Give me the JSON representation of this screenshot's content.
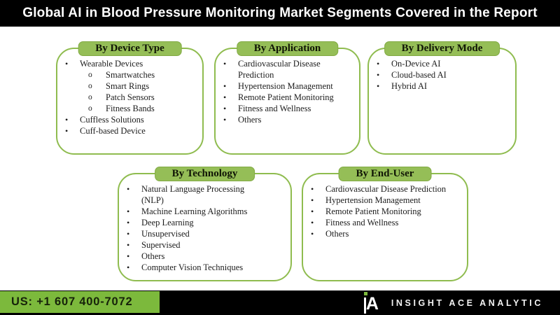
{
  "title": "Global AI in Blood Pressure Monitoring Market Segments Covered in the Report",
  "boxes": [
    {
      "header": "By Device Type",
      "items": [
        {
          "text": "Wearable Devices",
          "level": 1
        },
        {
          "text": "Smartwatches",
          "level": 2
        },
        {
          "text": "Smart Rings",
          "level": 2
        },
        {
          "text": "Patch Sensors",
          "level": 2
        },
        {
          "text": "Fitness Bands",
          "level": 2
        },
        {
          "text": "Cuffless Solutions",
          "level": 1
        },
        {
          "text": "Cuff-based Device",
          "level": 1
        }
      ]
    },
    {
      "header": "By Application",
      "items": [
        {
          "text": "Cardiovascular Disease Prediction",
          "level": 1
        },
        {
          "text": "Hypertension Management",
          "level": 1
        },
        {
          "text": "Remote Patient Monitoring",
          "level": 1
        },
        {
          "text": "Fitness and Wellness",
          "level": 1
        },
        {
          "text": "Others",
          "level": 1
        }
      ]
    },
    {
      "header": "By Delivery Mode",
      "items": [
        {
          "text": "On-Device AI",
          "level": 1
        },
        {
          "text": "Cloud-based AI",
          "level": 1
        },
        {
          "text": "Hybrid AI",
          "level": 1
        }
      ]
    },
    {
      "header": "By Technology",
      "items": [
        {
          "text": "Natural Language Processing (NLP)",
          "level": 1
        },
        {
          "text": "Machine Learning Algorithms",
          "level": 1
        },
        {
          "text": "Deep Learning",
          "level": 1
        },
        {
          "text": "Unsupervised",
          "level": 1
        },
        {
          "text": "Supervised",
          "level": 1
        },
        {
          "text": "Others",
          "level": 1
        },
        {
          "text": "Computer Vision Techniques",
          "level": 1
        }
      ]
    },
    {
      "header": "By End-User",
      "items": [
        {
          "text": "Cardiovascular Disease Prediction",
          "level": 1
        },
        {
          "text": "Hypertension Management",
          "level": 1
        },
        {
          "text": "Remote Patient Monitoring",
          "level": 1
        },
        {
          "text": "Fitness and Wellness",
          "level": 1
        },
        {
          "text": "Others",
          "level": 1
        }
      ]
    }
  ],
  "footer": {
    "phone": "US: +1 607 400-7072",
    "brand": "INSIGHT ACE ANALYTIC",
    "logo_letter": "A"
  },
  "colors": {
    "segment_green": "#8fbc4f",
    "tab_green": "#95be57",
    "footer_green": "#7cb93c",
    "bar_black": "#000000",
    "text_dark": "#1c1c1c",
    "title_white": "#ffffff"
  },
  "markers": {
    "level1": "•",
    "level2": "o"
  }
}
